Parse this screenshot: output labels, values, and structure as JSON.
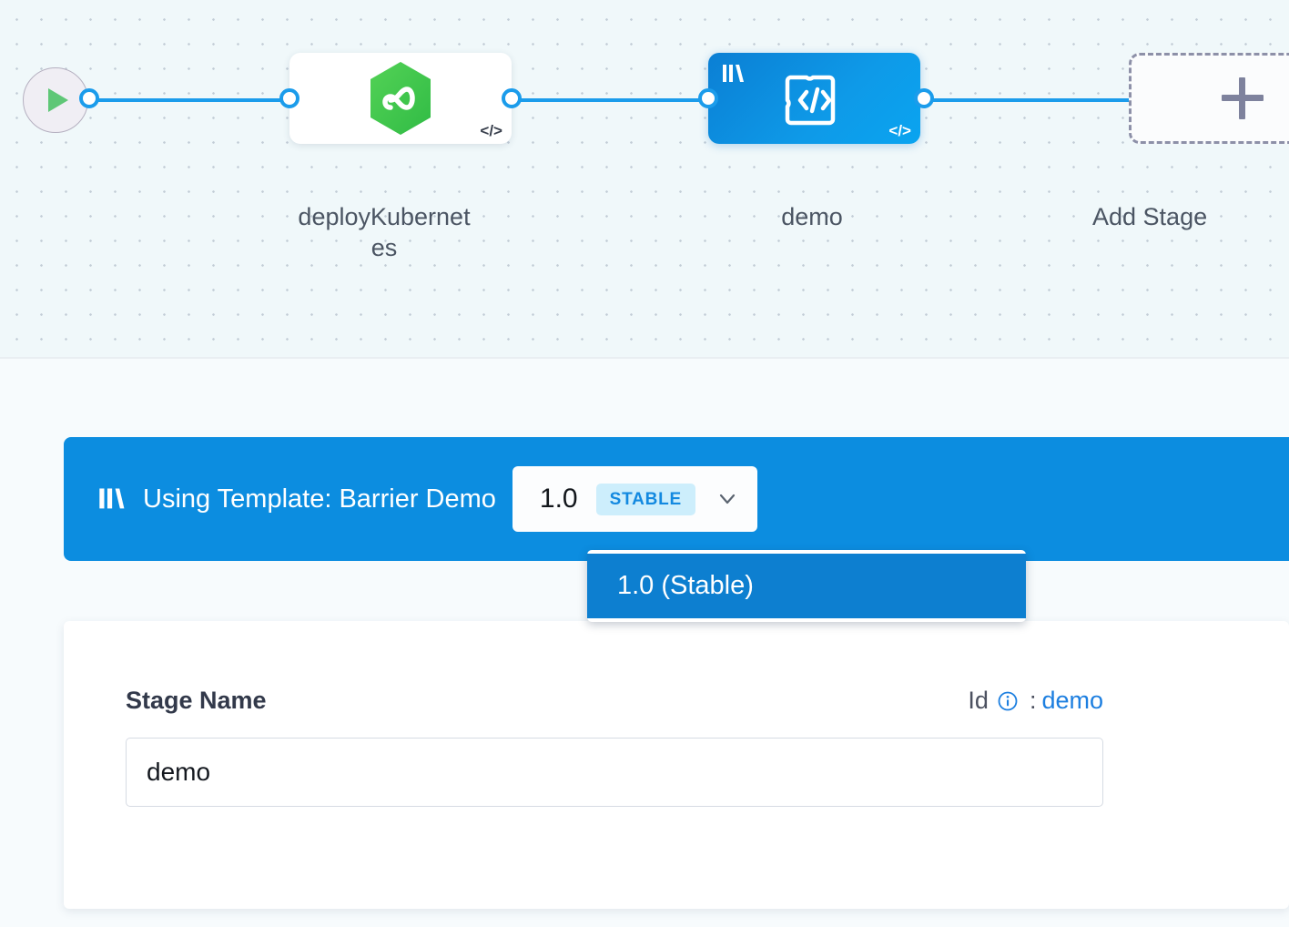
{
  "canvas": {
    "start_node": {
      "icon": "play-icon"
    },
    "stages": [
      {
        "name": "deployKubernetes",
        "label_line1": "deployKubernet",
        "label_line2": "es",
        "type_icon": "harness-cd-hexagon-icon",
        "corner_icon": "code-icon",
        "selected": false
      },
      {
        "name": "demo",
        "label_line1": "demo",
        "label_line2": "",
        "type_icon": "template-puzzle-icon",
        "corner_icon": "code-icon",
        "template_icon": "template-library-icon",
        "selected": true
      }
    ],
    "add_stage": {
      "label": "Add Stage",
      "icon": "plus-icon"
    }
  },
  "template_bar": {
    "icon": "template-library-icon",
    "text": "Using Template: Barrier Demo",
    "version_selector": {
      "version": "1.0",
      "badge": "STABLE",
      "chevron": "chevron-down-icon"
    }
  },
  "version_dropdown": {
    "options": [
      {
        "label": "1.0 (Stable)",
        "selected": true
      }
    ]
  },
  "form": {
    "stage_name_label": "Stage Name",
    "id_label": "Id",
    "id_info_icon": "info-icon",
    "id_separator": ":",
    "id_value": "demo",
    "stage_name_value": "demo",
    "stage_name_placeholder": "Stage Name"
  },
  "colors": {
    "accent_blue": "#0c8de0",
    "node_blue": "#0e9ae8",
    "connector_blue": "#1b9ceb",
    "dropdown_selected": "#0d7fd0",
    "stable_pill_bg": "#cdeefc",
    "stable_pill_text": "#1389e0",
    "hexagon_green": "#3dc64b",
    "play_green": "#5fc777",
    "canvas_bg": "#f0f8fa",
    "page_bg": "#f7fbfd",
    "link_blue": "#1d7fe0"
  }
}
